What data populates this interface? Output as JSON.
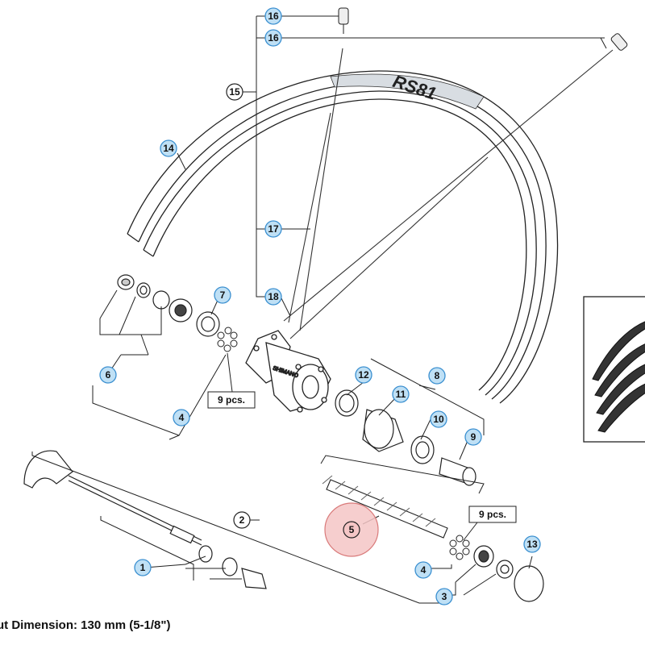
{
  "callouts": {
    "c1": "1",
    "c2": "2",
    "c3": "3",
    "c4a": "4",
    "c4b": "4",
    "c5": "5",
    "c6": "6",
    "c7": "7",
    "c8": "8",
    "c9": "9",
    "c10": "10",
    "c11": "11",
    "c12": "12",
    "c13": "13",
    "c14": "14",
    "c15": "15",
    "c16a": "16",
    "c16b": "16",
    "c17": "17",
    "c18": "18"
  },
  "pcs_label_top": "9 pcs.",
  "pcs_label_bottom": "9 pcs.",
  "hub_brand": "SHIMANO",
  "rim_decal": "RS81",
  "footer_text": "ut Dimension: 130 mm (5-1/8\")",
  "colors": {
    "callout_blue_fill": "#bfe0f5",
    "callout_blue_stroke": "#3a8fd0",
    "callout_plain_fill": "#ffffff",
    "highlight_fill": "#f5c6c6",
    "highlight_stroke": "#d97a7a",
    "line": "#222222"
  }
}
